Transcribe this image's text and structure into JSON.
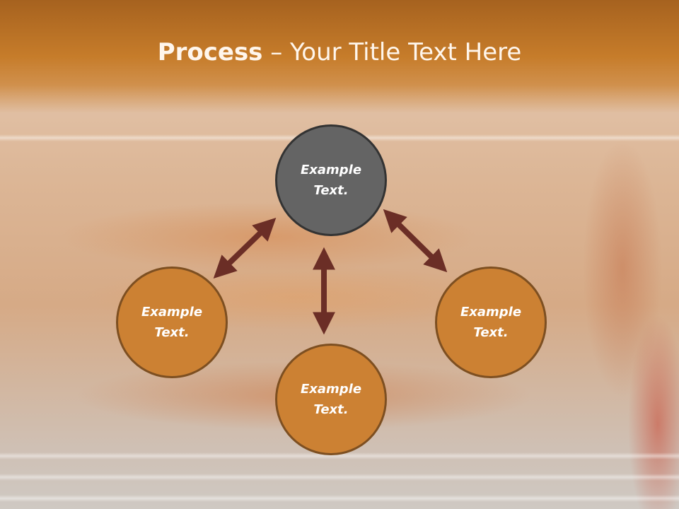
{
  "slide": {
    "title_bold": "Process",
    "title_rest": " – Your Title Text Here",
    "colors": {
      "header": "#c67c2a",
      "circle_orange": "#cc8133",
      "circle_gray": "#646464",
      "arrow": "#6b2e26"
    },
    "nodes": {
      "top": {
        "line1": "Example",
        "line2": "Text."
      },
      "left": {
        "line1": "Example",
        "line2": "Text."
      },
      "right": {
        "line1": "Example",
        "line2": "Text."
      },
      "bottom": {
        "line1": "Example",
        "line2": "Text."
      }
    }
  }
}
